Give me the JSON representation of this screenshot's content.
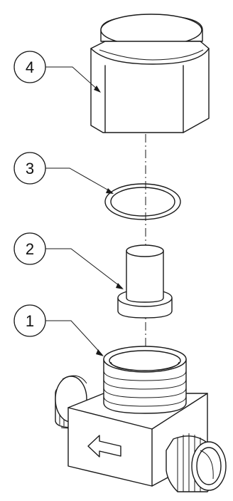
{
  "diagram": {
    "type": "exploded-assembly",
    "callouts": [
      {
        "id": "4",
        "label": "4",
        "part": "cap-nut"
      },
      {
        "id": "3",
        "label": "3",
        "part": "o-ring"
      },
      {
        "id": "2",
        "label": "2",
        "part": "plunger"
      },
      {
        "id": "1",
        "label": "1",
        "part": "tee-body"
      }
    ]
  },
  "colors": {
    "line": "#1a1a1a",
    "background": "#ffffff"
  },
  "icons": {
    "flow": "left-arrow-icon"
  }
}
